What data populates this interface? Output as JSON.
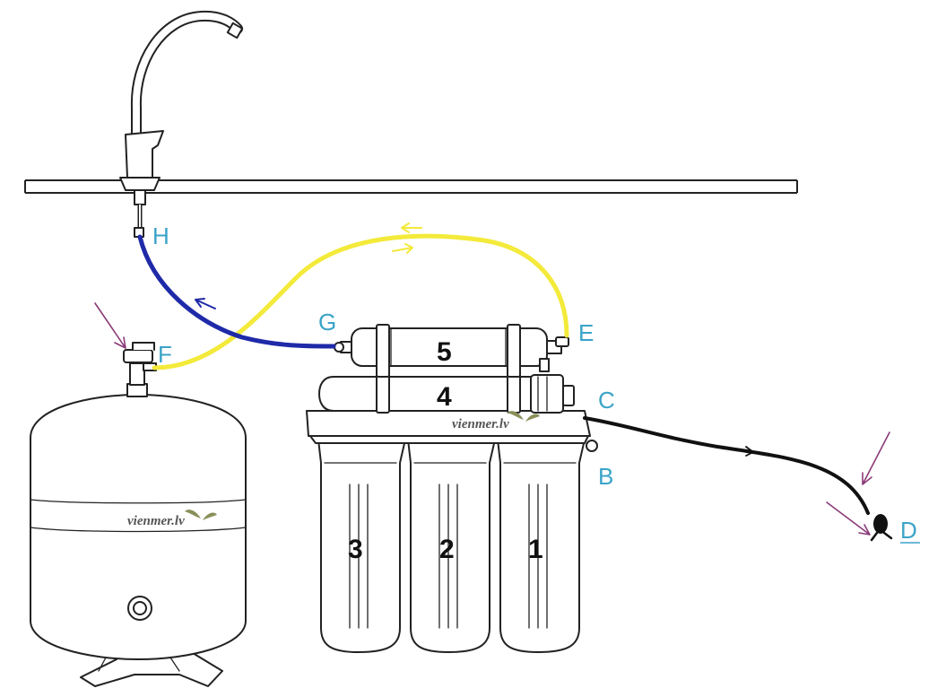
{
  "labels": {
    "H": "H",
    "G": "G",
    "F": "F",
    "E": "E",
    "C": "C",
    "B": "B",
    "D": "D"
  },
  "filters": {
    "f1": "1",
    "f2": "2",
    "f3": "3",
    "f4": "4",
    "f5": "5"
  },
  "watermark": {
    "system": "vienmer.lv",
    "tank": "vienmer.lv"
  },
  "colors": {
    "label": "#3aa3c8",
    "yellow_tube": "#f3ea3a",
    "blue_tube": "#1f2aa8",
    "black_tube": "#111111",
    "arrow_accent": "#8a3a78"
  }
}
